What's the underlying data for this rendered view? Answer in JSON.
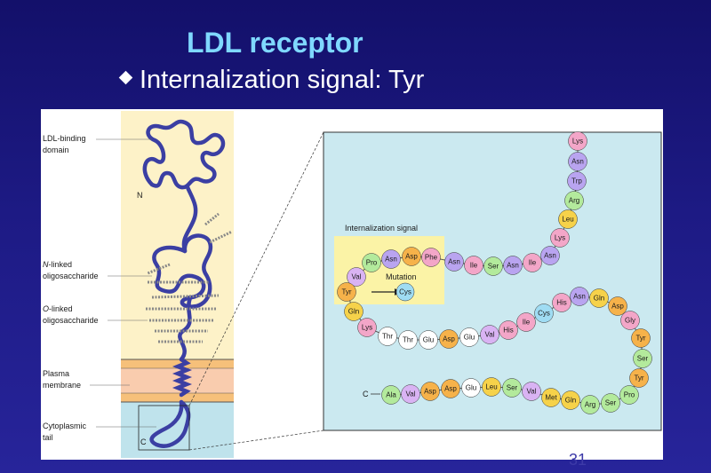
{
  "slide": {
    "title": "LDL receptor",
    "bullet": "Internalization signal: Tyr",
    "page_number": "31"
  },
  "left_panel": {
    "labels": {
      "binding": [
        "LDL-binding",
        "domain"
      ],
      "n_linked_prefix": "N",
      "n_linked": [
        "-linked",
        "oligosaccharide"
      ],
      "o_linked_prefix": "O",
      "o_linked": [
        "-linked",
        "oligosaccharide"
      ],
      "membrane": [
        "Plasma",
        "membrane"
      ],
      "tail": [
        "Cytoplasmic",
        "tail"
      ]
    },
    "n_terminus": "N",
    "c_terminus": "C"
  },
  "right_panel": {
    "signal_title": "Internalization signal",
    "mutation_label": "Mutation",
    "mutation_from": "Tyr",
    "mutation_to": "Cys",
    "c_end": "C",
    "residues": [
      {
        "name": "Lys",
        "color": "#f3a6c8"
      },
      {
        "name": "Asn",
        "color": "#b9a4f0"
      },
      {
        "name": "Trp",
        "color": "#b9a4f0"
      },
      {
        "name": "Arg",
        "color": "#b3ea9c"
      },
      {
        "name": "Leu",
        "color": "#f6d24a"
      },
      {
        "name": "Lys",
        "color": "#f3a6c8"
      },
      {
        "name": "Asn",
        "color": "#b9a4f0"
      },
      {
        "name": "Ile",
        "color": "#f3a6c8"
      },
      {
        "name": "Asn",
        "color": "#b9a4f0"
      },
      {
        "name": "Ser",
        "color": "#b3ea9c"
      },
      {
        "name": "Ile",
        "color": "#f3a6c8"
      },
      {
        "name": "Asn",
        "color": "#b9a4f0"
      },
      {
        "name": "Phe",
        "color": "#f3a6c8"
      },
      {
        "name": "Asp",
        "color": "#f6b24a"
      },
      {
        "name": "Asn",
        "color": "#b9a4f0"
      },
      {
        "name": "Pro",
        "color": "#b3ea9c"
      },
      {
        "name": "Val",
        "color": "#d9b3f3"
      },
      {
        "name": "Tyr",
        "color": "#f6b24a"
      },
      {
        "name": "Gln",
        "color": "#f6d24a"
      },
      {
        "name": "Lys",
        "color": "#f3a6c8"
      },
      {
        "name": "Thr",
        "color": "#ffffff"
      },
      {
        "name": "Thr",
        "color": "#ffffff"
      },
      {
        "name": "Glu",
        "color": "#ffffff"
      },
      {
        "name": "Asp",
        "color": "#f6b24a"
      },
      {
        "name": "Glu",
        "color": "#ffffff"
      },
      {
        "name": "Val",
        "color": "#d9b3f3"
      },
      {
        "name": "His",
        "color": "#f3a6c8"
      },
      {
        "name": "Ile",
        "color": "#f3a6c8"
      },
      {
        "name": "Cys",
        "color": "#9fdcf3"
      },
      {
        "name": "His",
        "color": "#f3a6c8"
      },
      {
        "name": "Asn",
        "color": "#b9a4f0"
      },
      {
        "name": "Gln",
        "color": "#f6d24a"
      },
      {
        "name": "Asp",
        "color": "#f6b24a"
      },
      {
        "name": "Gly",
        "color": "#f3a6c8"
      },
      {
        "name": "Tyr",
        "color": "#f6b24a"
      },
      {
        "name": "Ser",
        "color": "#b3ea9c"
      },
      {
        "name": "Tyr",
        "color": "#f6b24a"
      },
      {
        "name": "Pro",
        "color": "#b3ea9c"
      },
      {
        "name": "Ser",
        "color": "#b3ea9c"
      },
      {
        "name": "Arg",
        "color": "#b3ea9c"
      },
      {
        "name": "Gln",
        "color": "#f6d24a"
      },
      {
        "name": "Met",
        "color": "#f6d24a"
      },
      {
        "name": "Val",
        "color": "#d9b3f3"
      },
      {
        "name": "Ser",
        "color": "#b3ea9c"
      },
      {
        "name": "Leu",
        "color": "#f6d24a"
      },
      {
        "name": "Glu",
        "color": "#ffffff"
      },
      {
        "name": "Asp",
        "color": "#f6b24a"
      },
      {
        "name": "Asp",
        "color": "#f6b24a"
      },
      {
        "name": "Val",
        "color": "#d9b3f3"
      },
      {
        "name": "Ala",
        "color": "#b3ea9c"
      }
    ]
  }
}
